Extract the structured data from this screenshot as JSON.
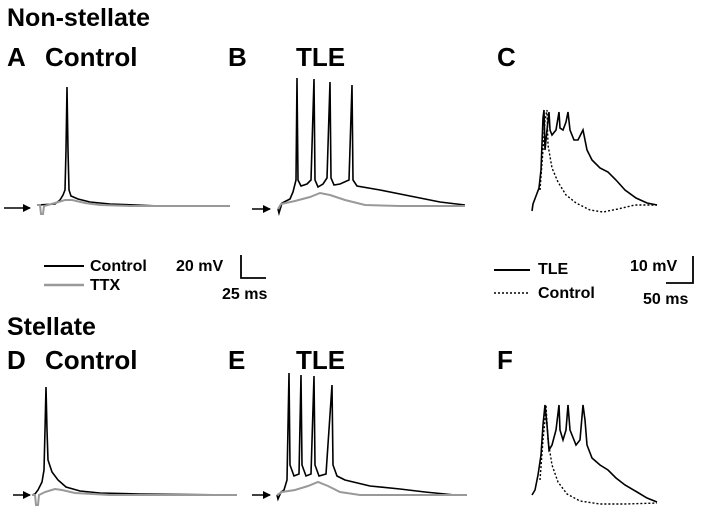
{
  "figure": {
    "sections": [
      {
        "label": "Non-stellate",
        "panels": [
          {
            "letter": "A",
            "title": "Control"
          },
          {
            "letter": "B",
            "title": "TLE"
          },
          {
            "letter": "C",
            "title": ""
          }
        ]
      },
      {
        "label": "Stellate",
        "panels": [
          {
            "letter": "D",
            "title": "Control"
          },
          {
            "letter": "E",
            "title": "TLE"
          },
          {
            "letter": "F",
            "title": ""
          }
        ]
      }
    ],
    "legend_left": {
      "items": [
        {
          "label": "Control",
          "style": "solid",
          "color": "#000000"
        },
        {
          "label": "TTX",
          "style": "solid",
          "color": "#999999"
        }
      ],
      "scale_voltage": "20 mV",
      "scale_time": "25 ms"
    },
    "legend_right": {
      "items": [
        {
          "label": "TLE",
          "style": "solid",
          "color": "#000000"
        },
        {
          "label": "Control",
          "style": "dotted",
          "color": "#000000"
        }
      ],
      "scale_voltage": "10 mV",
      "scale_time": "50 ms"
    },
    "trace_colors": {
      "primary": "#000000",
      "ttx": "#999999"
    },
    "markers": [
      "arrow-icon"
    ]
  }
}
